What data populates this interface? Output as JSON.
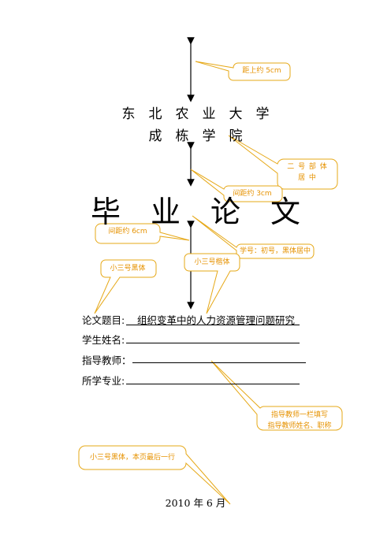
{
  "header": {
    "university": "东　北　农　业　大　学",
    "college": "成　栋　学　院"
  },
  "doc_title": "毕　业　论　文",
  "fields": {
    "thesis_title_label": "论文题目:",
    "thesis_title_value": "组织变革中的人力资源管理问题研究",
    "student_name_label": "学生姓名:",
    "advisor_label": "指导教师：",
    "major_label": "所学专业:"
  },
  "date": "2010 年 6  月",
  "notes": {
    "top_margin": "距上约 5cm",
    "font_spec_2": "二 号 部 体\n居 中",
    "spacing_3cm": "间距约 3cm",
    "spacing_6cm": "间距约 6cm",
    "font_spec_xiaochu": "学号：初号，黑体居中",
    "small3_bold": "小三号黑体",
    "small3_kai": "小三号楷体",
    "advisor_fill": "指导教师一栏填写\n指导教师姓名、职称",
    "last_line": "小三号黑体，本页最后一行"
  },
  "colors": {
    "callout_border": "#e6a817",
    "callout_text": "#e69200"
  }
}
